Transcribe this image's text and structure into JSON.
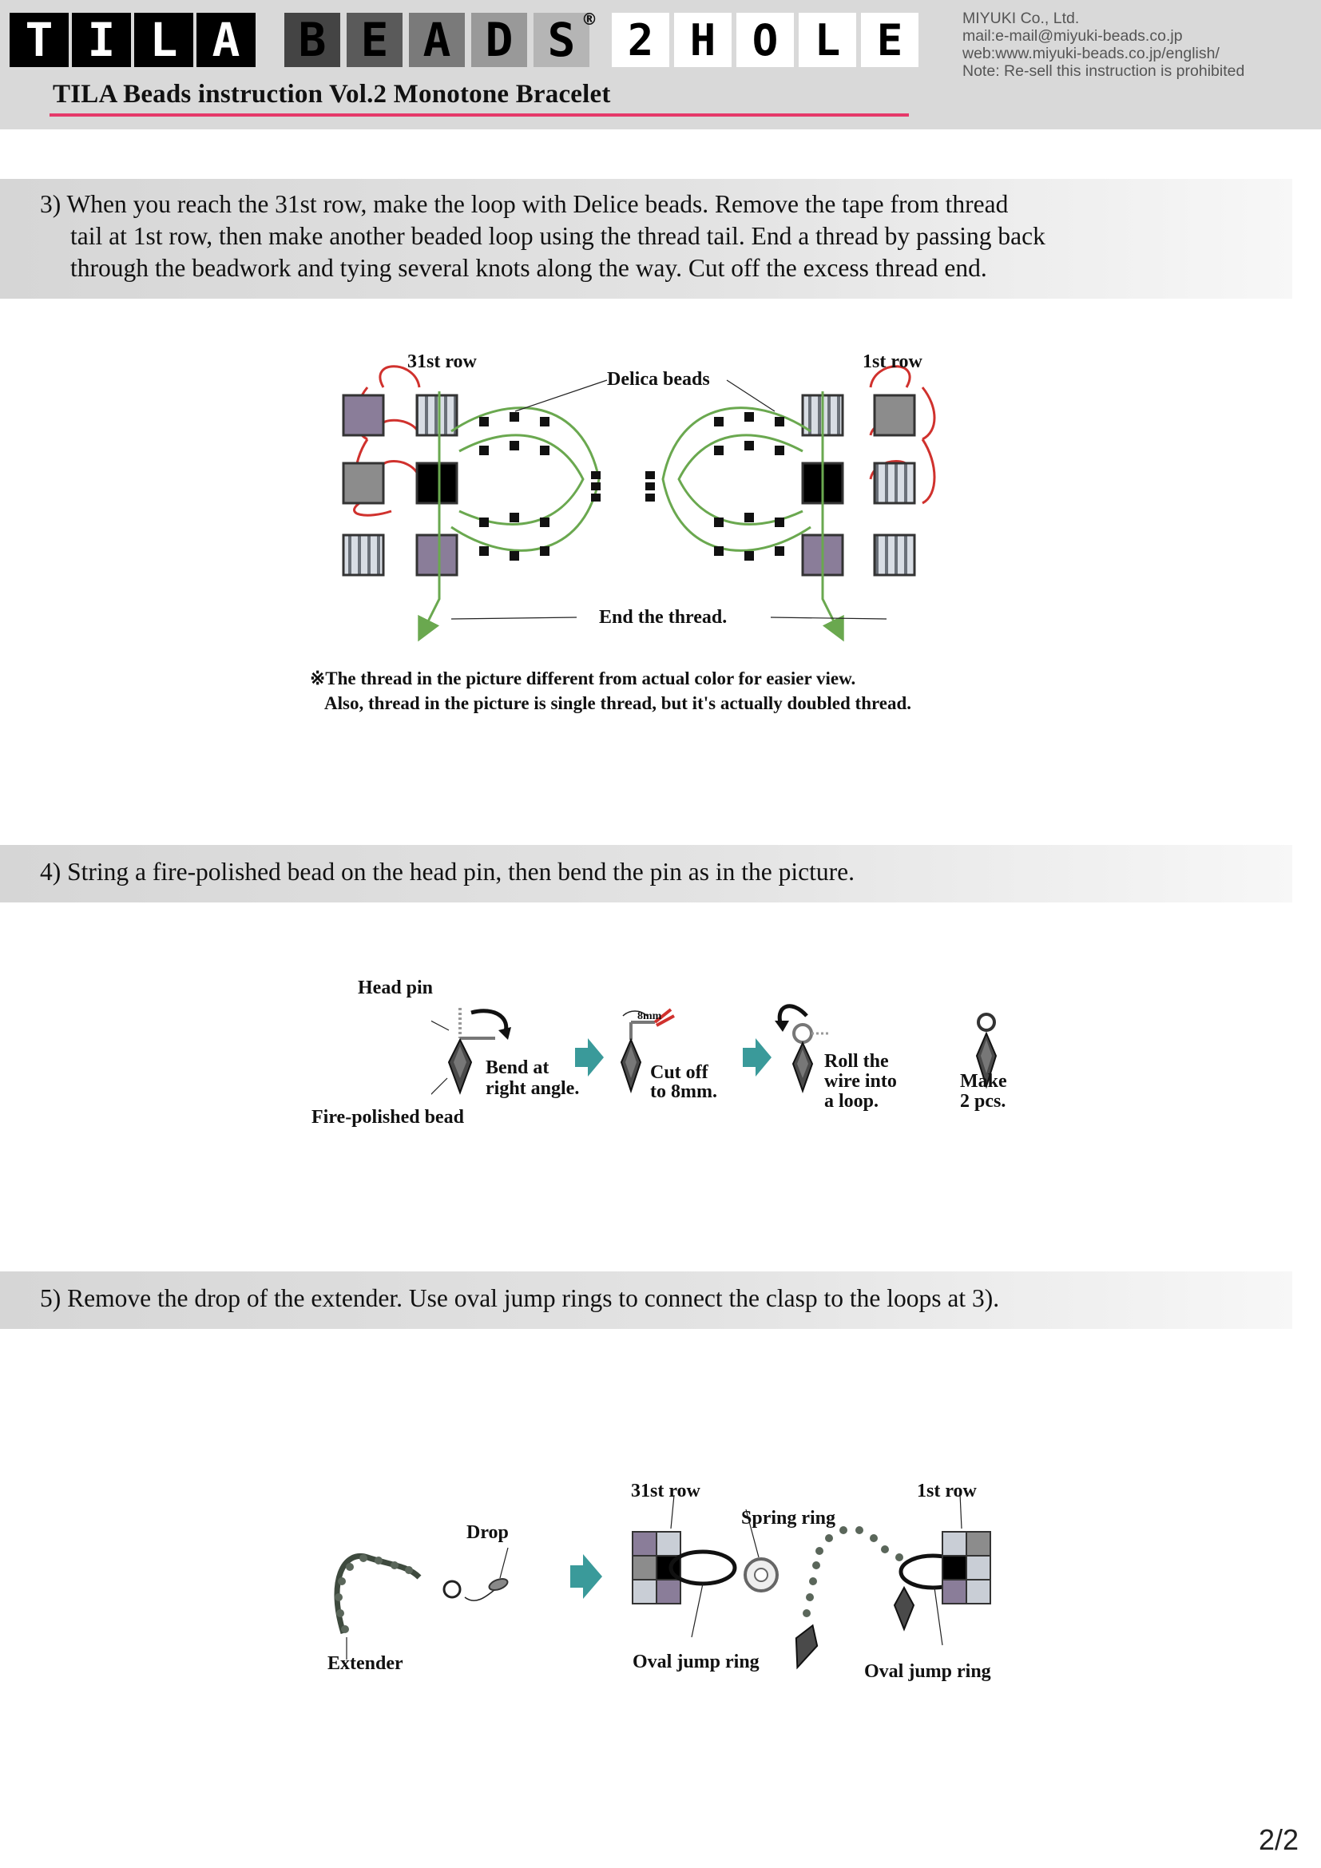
{
  "header": {
    "logo_tila_letters": [
      "T",
      "I",
      "L",
      "A"
    ],
    "logo_beads_letters": [
      "B",
      "E",
      "A",
      "D",
      "S"
    ],
    "logo_registered_mark": "®",
    "logo_hole_letters": [
      "2",
      "H",
      "O",
      "L",
      "E"
    ],
    "subtitle": "TILA Beads instruction Vol.2 Monotone Bracelet",
    "company": "MIYUKI Co., Ltd.",
    "mail": "mail:e-mail@miyuki-beads.co.jp",
    "web": "web:www.miyuki-beads.co.jp/english/",
    "note": "Note: Re-sell this instruction is prohibited",
    "colors": {
      "header_bg": "#d9d9d9",
      "accent_line": "#e5396a"
    }
  },
  "step3": {
    "lines": [
      "3) When you reach the 31st row, make the loop with Delice beads. Remove the tape  from thread",
      "tail at 1st row, then make another beaded loop using the thread tail. End a thread by passing back",
      "through the beadwork and tying several knots along the way. Cut off the excess thread end."
    ],
    "label_31st_row": "31st row",
    "label_delica": "Delica beads",
    "label_1st_row": "1st row",
    "label_end_thread": "End the thread.",
    "note_line1": "※The thread in the picture different from actual color for easier view.",
    "note_line2": "Also, thread in the picture is single thread, but it's actually doubled thread.",
    "colors": {
      "thread_red": "#d0312d",
      "thread_green": "#6aa84f"
    }
  },
  "step4": {
    "text": "4) String a fire-polished bead on the head pin, then bend the pin as in the picture.",
    "label_head_pin": "Head pin",
    "label_fire_polished": "Fire-polished bead",
    "label_bend_1": "Bend at",
    "label_bend_2": "right angle.",
    "label_8mm": "8mm",
    "label_cut_1": "Cut off",
    "label_cut_2": "to 8mm.",
    "label_roll_1": "Roll the",
    "label_roll_2": "wire into",
    "label_roll_3": "a loop.",
    "label_make_1": "Make",
    "label_make_2": "2 pcs.",
    "colors": {
      "arrow_teal": "#3a9a9a"
    }
  },
  "step5": {
    "text": "5) Remove the drop of the extender. Use oval jump rings to connect the clasp to the loops at 3).",
    "label_drop": "Drop",
    "label_extender": "Extender",
    "label_31st_row": "31st row",
    "label_spring_ring": "Spring ring",
    "label_1st_row": "1st row",
    "label_oval_left": "Oval jump ring",
    "label_oval_right": "Oval jump ring"
  },
  "page_number": "2/2"
}
